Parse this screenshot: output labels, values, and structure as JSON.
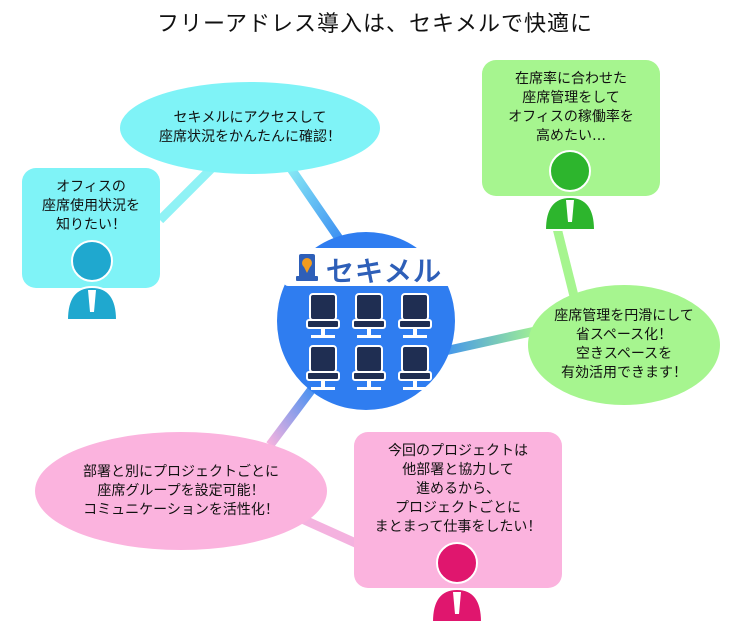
{
  "title": "フリーアドレス導入は、セキメルで快適に",
  "logo": {
    "text": "セキメル",
    "brand_color": "#2e5fb8",
    "accent": "#f29b1d"
  },
  "hub": {
    "color": "#2f7df0",
    "chair_count": 6,
    "chair_icon": "office-chair-icon"
  },
  "users": {
    "cyan": {
      "text": "オフィスの\n座席使用状況を\n知りたい！",
      "color": "#7ff3f7",
      "avatar_color": "#1fa8cf"
    },
    "green": {
      "text": "在席率に合わせた\n座席管理をして\nオフィスの稼働率を\n高めたい…",
      "color": "#a6f58f",
      "avatar_color": "#2db52d"
    },
    "pink": {
      "text": "今回のプロジェクトは\n他部署と協力して\n進めるから、\nプロジェクトごとに\nまとまって仕事をしたい！",
      "color": "#fbb3de",
      "avatar_color": "#e0166e"
    }
  },
  "features": {
    "cyan": {
      "text": "セキメルにアクセスして\n座席状況をかんたんに確認！",
      "color": "#7ff3f7"
    },
    "green": {
      "text": "座席管理を円滑にして\n省スペース化！\n空きスペースを\n有効活用できます！",
      "color": "#a6f58f"
    },
    "pink": {
      "text": "部署と別にプロジェクトごとに\n座席グループを設定可能！\nコミュニケーションを活性化！",
      "color": "#fbb3de"
    }
  }
}
